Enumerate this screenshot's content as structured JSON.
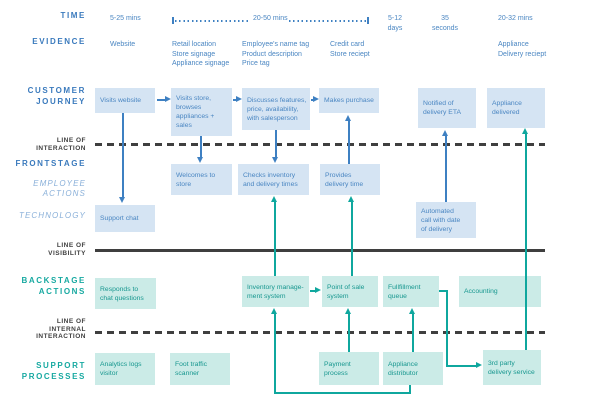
{
  "palette": {
    "blue_label": "#3a7abd",
    "blue_sub_label": "#8ab0d9",
    "blue_box_bg": "#d5e4f3",
    "blue_box_text": "#4a86c2",
    "blue_arrow": "#3e80c2",
    "teal_label": "#17a9a1",
    "teal_box_bg": "#cbebe7",
    "teal_box_text": "#17978f",
    "teal_arrow": "#0fa79e",
    "line_dark": "#3f3f3f"
  },
  "row_labels": {
    "time": "TIME",
    "evidence": "EVIDENCE",
    "customer_journey": "CUSTOMER\nJOURNEY",
    "line_of_interaction": "LINE OF\nINTERACTION",
    "frontstage": "FRONTSTAGE",
    "employee_actions": "EMPLOYEE\nACTIONS",
    "technology": "TECHNOLOGY",
    "line_of_visibility": "LINE OF\nVISIBILITY",
    "backstage_actions": "BACKSTAGE\nACTIONS",
    "line_of_internal_interaction": "LINE OF\nINTERNAL\nINTERACTION",
    "support_processes": "SUPPORT\nPROCESSES"
  },
  "time_row": {
    "website": "5-25 mins",
    "store": "20-50 mins",
    "delivery_wait": "5-12\ndays",
    "call": "35\nseconds",
    "delivery": "20-32 mins"
  },
  "evidence_row": {
    "website": "Website",
    "store": "Retail location\nStore signage\nAppliance signage",
    "salesperson": "Employee's name tag\nProduct description\nPrice tag",
    "purchase": "Credit card\nStore reciept",
    "delivery": "Appliance\nDelivery reciept"
  },
  "boxes": {
    "visits_website": "Visits website",
    "visits_store": "Visits store,\nbrowses\nappliances +\nsales",
    "discusses_features": "Discusses features,\nprice, availability,\nwith salesperson",
    "makes_purchase": "Makes purchase",
    "notified_eta": "Notified of\ndelivery ETA",
    "appliance_delivered": "Appliance\ndelivered",
    "welcomes_to_store": "Welcomes to\nstore",
    "checks_inventory": "Checks inventory\nand delivery times",
    "provides_delivery_time": "Provides\ndelivery time",
    "support_chat": "Support chat",
    "automated_call": "Automated\ncall with date\nof delivery",
    "responds_chat": "Responds to\nchat questions",
    "inventory_management": "Inventory manage-\nment system",
    "point_of_sale": "Point of sale\nsystem",
    "fulfillment_queue": "Fullfillment\nqueue",
    "accounting": "Accounting",
    "analytics_logs": "Analytics logs\nvisitor",
    "foot_traffic": "Foot traffic\nscanner",
    "payment_process": "Payment\nprocess",
    "appliance_distributor": "Appliance\ndistributor",
    "third_party_delivery": "3rd party\ndelivery service"
  }
}
